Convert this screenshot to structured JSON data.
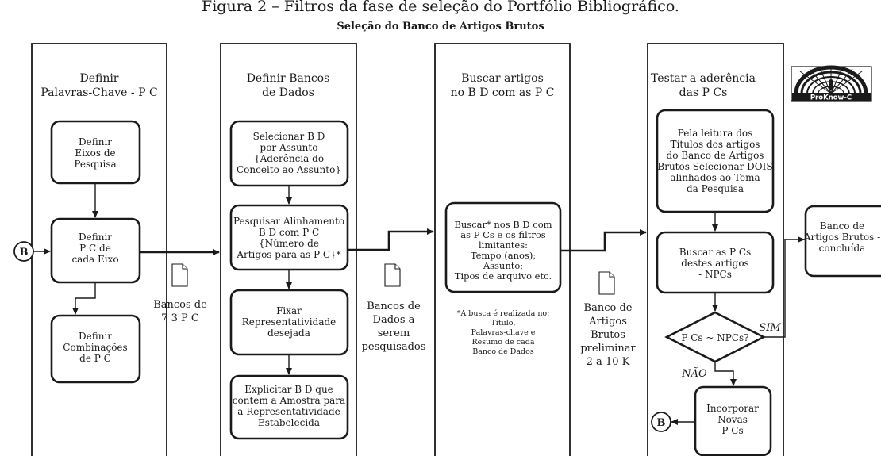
{
  "figure": {
    "title": "Figura 2 – Filtros da fase de seleção do Portfólio Bibliográfico.",
    "subtitle": "Seleção do Banco de Artigos Brutos"
  },
  "logo": {
    "text": "ProKnow-C"
  },
  "columns": [
    {
      "title": [
        "Definir",
        "Palavras-Chave - P C"
      ],
      "boxes": [
        [
          "Definir",
          "Eixos de",
          "Pesquisa"
        ],
        [
          "Definir",
          "P C de",
          "cada Eixo"
        ],
        [
          "Definir",
          "Combinações",
          "de P C"
        ]
      ]
    },
    {
      "title": [
        "Definir Bancos",
        "de Dados"
      ],
      "boxes": [
        [
          "Selecionar B D",
          "por Assunto",
          "{Aderência do",
          "Conceito ao Assunto}"
        ],
        [
          "Pesquisar Alinhamento",
          "B D com P C",
          "{Número de",
          "Artigos para as P C}*"
        ],
        [
          "Fixar",
          "Representatividade",
          "desejada"
        ],
        [
          "Explicitar B D que",
          "contem a Amostra para",
          "a Representatividade",
          "Estabelecida"
        ]
      ]
    },
    {
      "title": [
        "Buscar artigos",
        "no B D com as P C"
      ],
      "boxes": [
        [
          "Buscar* nos B D com",
          "as P Cs e os filtros",
          "limitantes:",
          "Tempo (anos);",
          "Assunto;",
          "Tipos de arquivo etc."
        ]
      ],
      "note": [
        "*A busca é realizada no:",
        "Título,",
        "Palavras-chave e",
        "Resumo de cada",
        "Banco de Dados"
      ]
    },
    {
      "title": [
        "Testar a aderência",
        "das P Cs"
      ],
      "boxes": [
        [
          "Pela leitura dos",
          "Títulos dos artigos",
          "do Banco de Artigos",
          "Brutos Selecionar DOIS",
          "alinhados ao Tema",
          "da Pesquisa"
        ],
        [
          "Buscar as P Cs",
          "destes artigos",
          "- NPCs"
        ],
        [
          "Incorporar",
          "Novas",
          "P Cs"
        ]
      ],
      "decision": "P Cs ~ NPCs?",
      "yes": "SIM",
      "no": "NÃO"
    }
  ],
  "final_box": [
    "Banco de",
    "Artigos Brutos -",
    "concluída"
  ],
  "documents": [
    {
      "label": [
        "Bancos de",
        "7 3 P C"
      ]
    },
    {
      "label": [
        "Bancos de",
        "Dados a",
        "serem",
        "pesquisados"
      ]
    },
    {
      "label": [
        "Banco de",
        "Artigos",
        "Brutos",
        "preliminar",
        "2 a 10 K"
      ]
    }
  ],
  "connector": "B"
}
